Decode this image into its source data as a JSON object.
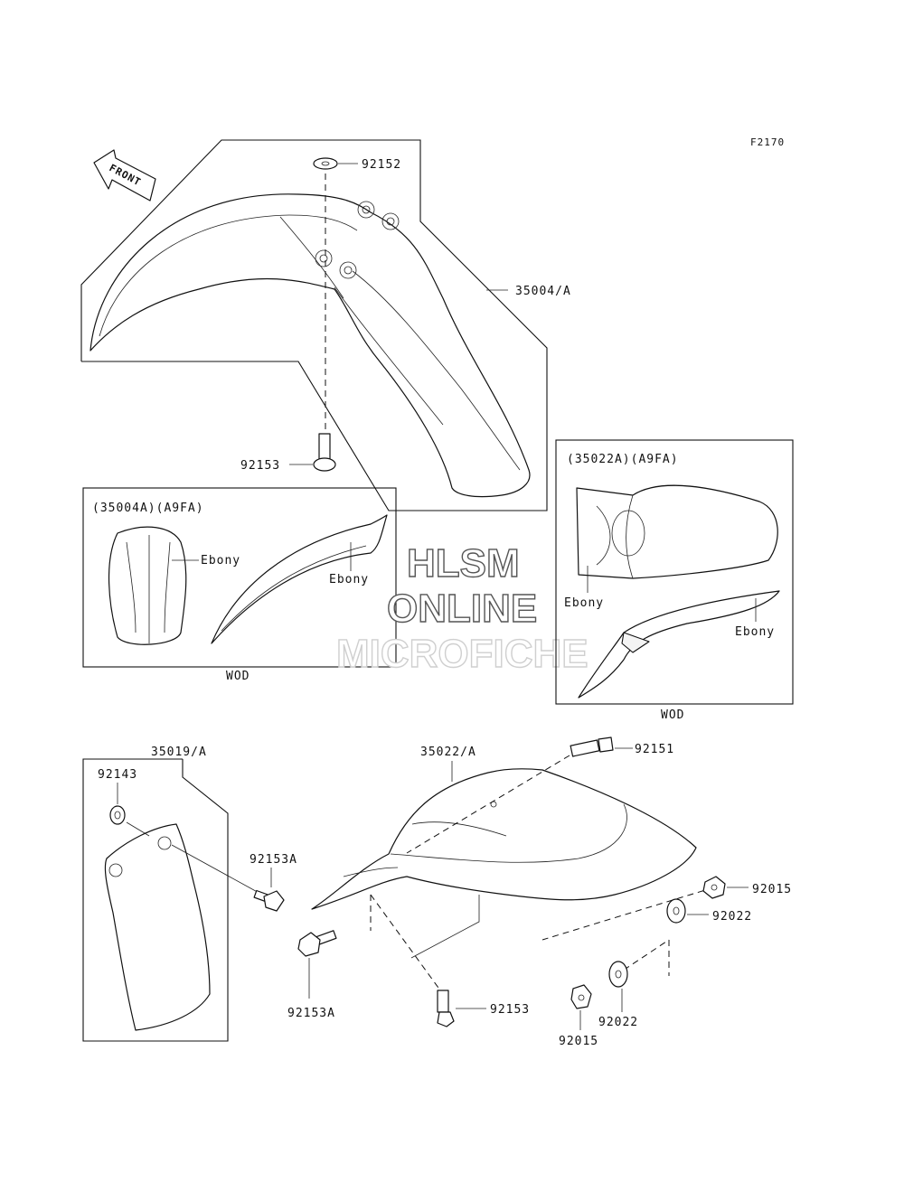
{
  "figure_id": "F2170",
  "front_label": "FRONT",
  "watermark": {
    "line1": "HLSM",
    "line2": "ONLINE",
    "line3": "MICROFICHE"
  },
  "callouts": {
    "c92152": "92152",
    "c35004a": "35004/A",
    "c92153_top": "92153",
    "c35004a_var": "(35004A)(A9FA)",
    "ebony_1": "Ebony",
    "ebony_2": "Ebony",
    "wod_1": "WOD",
    "c35022a_var": "(35022A)(A9FA)",
    "ebony_3": "Ebony",
    "ebony_4": "Ebony",
    "wod_2": "WOD",
    "c35019a": "35019/A",
    "c92143": "92143",
    "c92153a_1": "92153A",
    "c92153a_2": "92153A",
    "c35022a": "35022/A",
    "c92151": "92151",
    "c92015_1": "92015",
    "c92022_1": "92022",
    "c92153_bottom": "92153",
    "c92022_2": "92022",
    "c92015_2": "92015"
  }
}
